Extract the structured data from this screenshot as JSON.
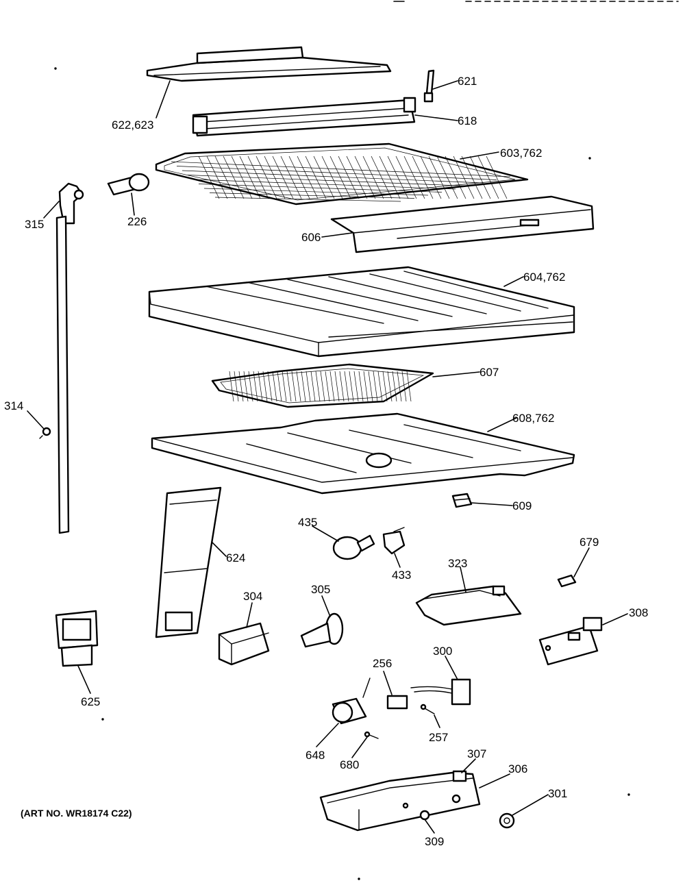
{
  "art_number": "(ART NO. WR18174 C22)",
  "labels": {
    "l622": "622,623",
    "l621": "621",
    "l618": "618",
    "l603": "603,762",
    "l315": "315",
    "l226": "226",
    "l606": "606",
    "l604": "604,762",
    "l607": "607",
    "l314": "314",
    "l608": "608,762",
    "l609": "609",
    "l435": "435",
    "l624": "624",
    "l433": "433",
    "l323": "323",
    "l679": "679",
    "l304": "304",
    "l305": "305",
    "l308": "308",
    "l625": "625",
    "l256": "256",
    "l300": "300",
    "l257": "257",
    "l648": "648",
    "l680": "680",
    "l307": "307",
    "l306": "306",
    "l301": "301",
    "l309": "309"
  }
}
